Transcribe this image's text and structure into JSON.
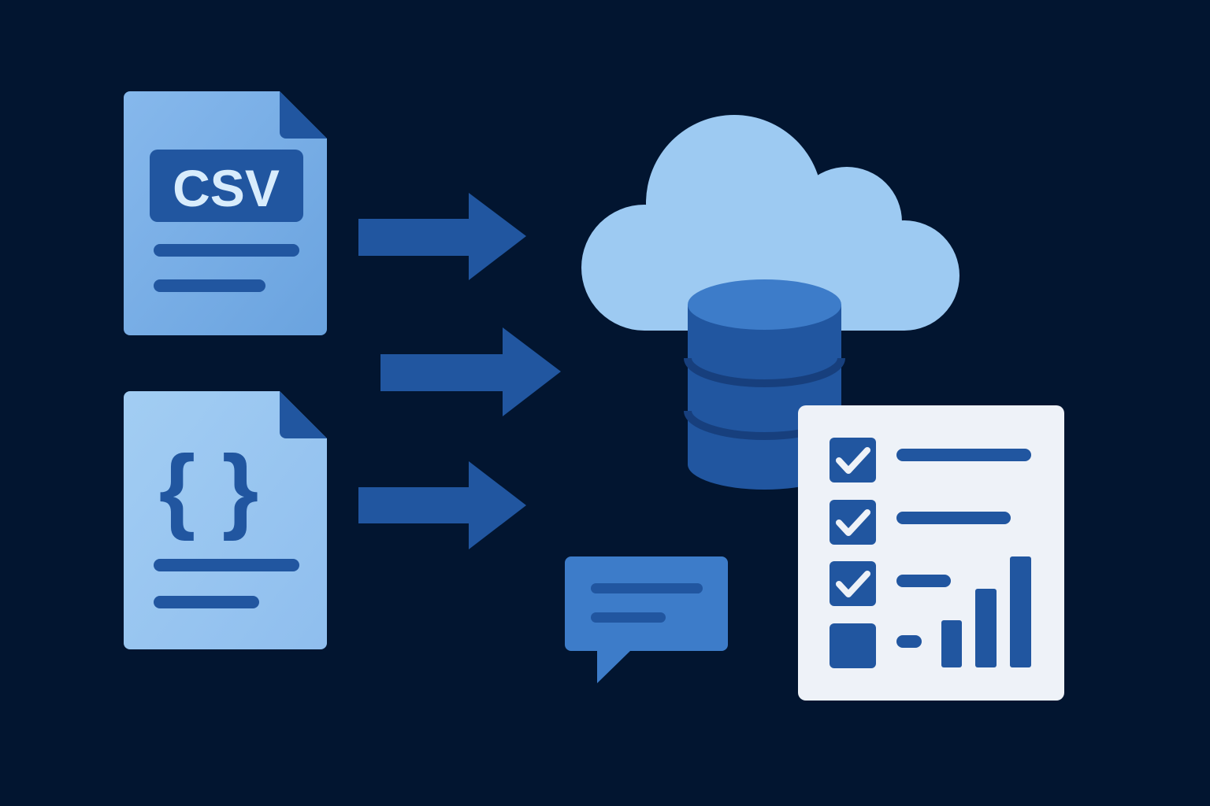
{
  "csv_file": {
    "label": "CSV"
  },
  "json_file": {
    "icon_glyph": "{ }"
  },
  "colors": {
    "background": "#021530",
    "primary_blue": "#2156a0",
    "mid_blue": "#3d7cc9",
    "light_blue": "#9dcaf2",
    "card": "#eef2f8",
    "csv_text": "#d8ecfc"
  },
  "report": {
    "checked_items": 3,
    "unchecked_items": 1
  }
}
